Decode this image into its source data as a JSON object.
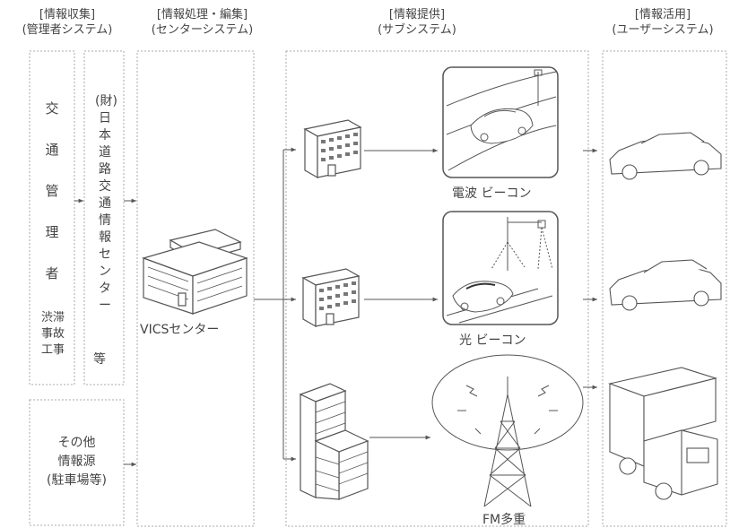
{
  "columns": {
    "collection": {
      "title": "[情報収集]",
      "subtitle": "(管理者システム)"
    },
    "processing": {
      "title": "[情報処理・編集]",
      "subtitle": "(センターシステム)"
    },
    "provision": {
      "title": "[情報提供]",
      "subtitle": "(サブシステム)"
    },
    "usage": {
      "title": "[情報活用]",
      "subtitle": "(ユーザーシステム)"
    }
  },
  "collection": {
    "traffic_manager_chars": [
      "交",
      "通",
      "管",
      "理",
      "者"
    ],
    "traffic_manager_items": [
      "渋滞",
      "事故",
      "工事"
    ],
    "jartic_chars": [
      "(財)",
      "日",
      "本",
      "道",
      "路",
      "交",
      "通",
      "情",
      "報",
      "セ",
      "ン",
      "タ",
      "ー"
    ],
    "jartic_suffix": "等",
    "other_sources": [
      "その他",
      "情報源",
      "(駐車場等)"
    ]
  },
  "processing": {
    "center_label": "VICSセンター"
  },
  "provision": {
    "radio_beacon": "電波 ビーコン",
    "optical_beacon": "光 ビーコン",
    "fm_multiplex": "FM多重"
  },
  "icons": [
    "building-icon",
    "office-building-icon",
    "car-icon",
    "radio-beacon-icon",
    "optical-beacon-icon",
    "broadcast-tower-icon",
    "truck-icon"
  ],
  "colors": {
    "line": "#555555",
    "dotted_border": "#aaaaaa",
    "text": "#444444"
  }
}
